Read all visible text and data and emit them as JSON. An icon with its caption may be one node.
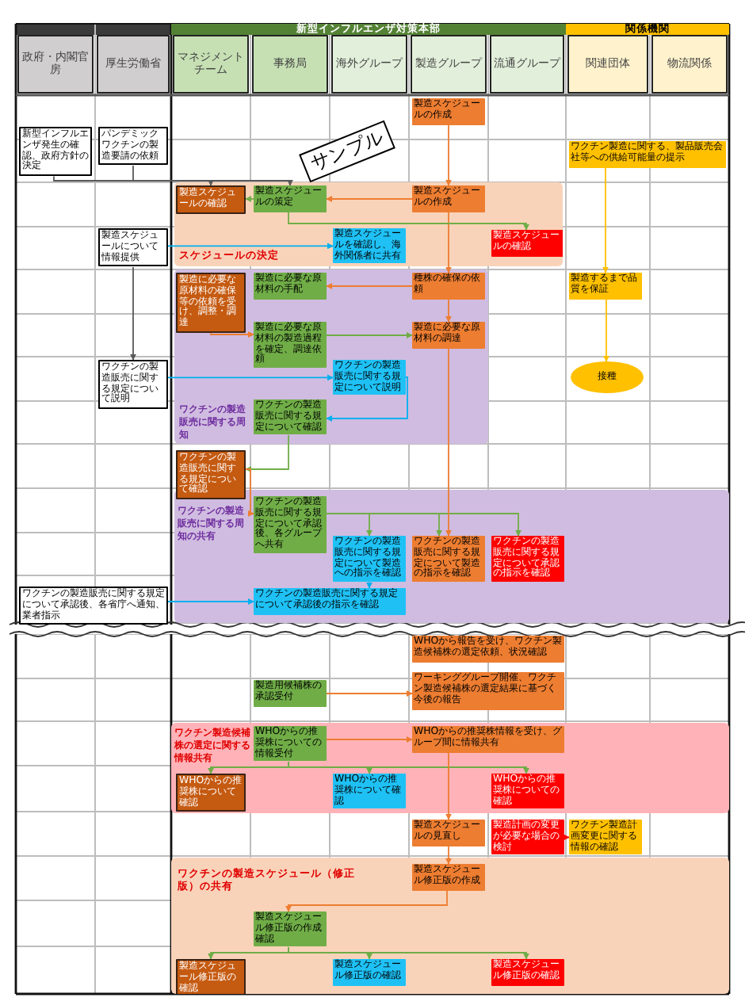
{
  "diagram": {
    "nodes": [
      {
        "text": [
          "新型インフルエンザ対策本部"
        ]
      },
      {
        "text": [
          "関係機関"
        ]
      },
      {
        "text": [
          "政府・内閣官房"
        ]
      },
      {
        "text": [
          "厚生労働省"
        ]
      },
      {
        "text": [
          "マネジメントチーム"
        ]
      },
      {
        "text": [
          "事務局"
        ]
      },
      {
        "text": [
          "海外グループ"
        ]
      },
      {
        "text": [
          "製造グループ"
        ]
      },
      {
        "text": [
          "流通グループ"
        ]
      },
      {
        "text": [
          "関連団体"
        ]
      },
      {
        "text": [
          "物流関係"
        ]
      },
      {
        "text": [
          "製造スケジュールの作成"
        ]
      },
      {
        "text": [
          "新型インフルエンザ発生の確認、政府方針の決定"
        ]
      },
      {
        "text": [
          "パンデミックワクチンの製造要請の依頼"
        ]
      },
      {
        "text": [
          "ワクチン製造に関する、製品販売会社等への供給可能量の提示"
        ]
      },
      {
        "text": [
          "スケジュールの決定"
        ]
      },
      {
        "text": [
          "製造スケジュールの確認"
        ],
        "in": 15
      },
      {
        "text": [
          "製造スケジュールの策定"
        ],
        "in": 15
      },
      {
        "text": [
          "製造スケジュールの作成"
        ],
        "in": 15
      },
      {
        "text": [
          "製造スケジュールについて情報提供"
        ]
      },
      {
        "text": [
          "製造スケジュールを確認し、海外関係者に共有"
        ],
        "in": 15
      },
      {
        "text": [
          "製造スケジュールの確認"
        ],
        "in": 15
      },
      {
        "text": [
          "製造するまで品質を保証"
        ]
      },
      {
        "text": [
          "ワクチンの製造販売に関する周知"
        ]
      },
      {
        "text": [
          "製造に必要な原材料の確保等の依頼を受け、調整・調達"
        ],
        "in": 23
      },
      {
        "text": [
          "製造に必要な原材料の手配"
        ],
        "in": 23
      },
      {
        "text": [
          "種株の確保の依頼"
        ],
        "in": 23
      },
      {
        "text": [
          "製造に必要な原材料の製造過程を確定、調達依頼"
        ],
        "in": 23
      },
      {
        "text": [
          "製造に必要な原材料の調達"
        ],
        "in": 23
      },
      {
        "text": [
          "ワクチンの製造販売に関する規定について説明"
        ]
      },
      {
        "text": [
          "ワクチンの製造販売に関する規定について説明"
        ],
        "in": 23
      },
      {
        "text": [
          "接種"
        ]
      },
      {
        "text": [
          "ワクチンの製造販売に関する規定について確認"
        ],
        "in": 23
      },
      {
        "text": [
          "ワクチンの製造販売に関する規定について確認"
        ]
      },
      {
        "text": [
          "ワクチンの製造販売に関する周知の共有"
        ]
      },
      {
        "text": [
          "ワクチンの製造販売に関する規定について承認後、各グループへ共有"
        ],
        "in": 34
      },
      {
        "text": [
          "ワクチンの製造販売に関する規定について製造への指示を確認"
        ],
        "in": 34
      },
      {
        "text": [
          "ワクチンの製造販売に関する規定について製造の指示を確認"
        ],
        "in": 34
      },
      {
        "text": [
          "ワクチンの製造販売に関する規定について承認の指示を確認"
        ],
        "in": 34
      },
      {
        "text": [
          "ワクチンの製造販売に関する規定について承認後、各省庁へ通知、業者指示"
        ]
      },
      {
        "text": [
          "ワクチンの製造販売に関する規定について承認後の指示を確認"
        ],
        "in": 34
      },
      {
        "text": [
          "WHOから報告を受け、ワクチン製造候補株の選定依頼、状況確認"
        ]
      },
      {
        "text": [
          "製造用候補株の承認受付"
        ]
      },
      {
        "text": [
          "ワーキンググループ開催、ワクチン製造候補株の選定結果に基づく今後の報告"
        ]
      },
      {
        "text": [
          "ワクチン製造候補株の選定に関する情報共有"
        ]
      },
      {
        "text": [
          "WHOからの推奨株についての情報受付"
        ],
        "in": 44
      },
      {
        "text": [
          "WHOからの推奨株情報を受け、グループ間に情報共有"
        ],
        "in": 44
      },
      {
        "text": [
          "WHOからの推奨株について確認"
        ],
        "in": 44
      },
      {
        "text": [
          "WHOからの推奨株について確認"
        ],
        "in": 44
      },
      {
        "text": [
          "WHOからの推奨株についての確認"
        ],
        "in": 44
      },
      {
        "text": [
          "製造スケジュールの見直し"
        ]
      },
      {
        "text": [
          "製造計画の変更が必要な場合の検討"
        ]
      },
      {
        "text": [
          "ワクチン製造計画変更に関する情報の確認"
        ]
      },
      {
        "text": [
          "ワクチンの製造スケジュール（修正版）の共有"
        ]
      },
      {
        "text": [
          "製造スケジュール修正版の作成"
        ],
        "in": 53
      },
      {
        "text": [
          "製造スケジュール修正版の作成確認"
        ],
        "in": 53
      },
      {
        "text": [
          "製造スケジュール修正版の確認"
        ],
        "in": 53
      },
      {
        "text": [
          "製造スケジュール修正版の確認"
        ],
        "in": 53
      },
      {
        "text": [
          "製造スケジュール修正版の確認"
        ],
        "in": 53
      }
    ],
    "edges": [
      {
        "from": 12,
        "to": 16,
        "arrow": "to",
        "color": "#595959"
      },
      {
        "from": 13,
        "to": 17,
        "arrow": "to",
        "color": "#595959"
      },
      {
        "from": 17,
        "to": 16,
        "arrow": "to",
        "color": "#70ad47"
      },
      {
        "from": 18,
        "to": 17,
        "arrow": "to",
        "color": "#ed7d31"
      },
      {
        "from": 11,
        "to": 18,
        "arrow": "to",
        "color": "#ed7d31"
      },
      {
        "from": 18,
        "to": 26,
        "arrow": "to",
        "color": "#ed7d31"
      },
      {
        "from": 17,
        "to": 21,
        "arrow": "to",
        "color": "#70ad47"
      },
      {
        "from": 19,
        "to": 20,
        "arrow": "to",
        "color": "#00b0f0"
      },
      {
        "from": 19,
        "to": 29,
        "arrow": "to",
        "color": "#595959"
      },
      {
        "from": 14,
        "to": 22,
        "arrow": "to",
        "color": "#ffc000"
      },
      {
        "from": 22,
        "to": 31,
        "arrow": "to",
        "color": "#ffc000"
      },
      {
        "from": 26,
        "to": 25,
        "arrow": "to",
        "color": "#ed7d31"
      },
      {
        "from": 24,
        "to": 27,
        "arrow": "to",
        "color": "#ed7d31"
      },
      {
        "from": 27,
        "to": 28,
        "arrow": "to",
        "color": "#70ad47"
      },
      {
        "from": 26,
        "to": 28,
        "arrow": "to",
        "color": "#ed7d31"
      },
      {
        "from": 29,
        "to": 30,
        "arrow": "to",
        "color": "#00b0f0"
      },
      {
        "from": 30,
        "to": 32,
        "arrow": "to",
        "color": "#00b0f0"
      },
      {
        "from": 32,
        "to": 33,
        "arrow": "to",
        "color": "#70ad47"
      },
      {
        "from": 33,
        "to": 35,
        "arrow": "to",
        "color": "#ed7d31"
      },
      {
        "from": 35,
        "to": 36,
        "arrow": "to",
        "color": "#70ad47"
      },
      {
        "from": 35,
        "to": 37,
        "arrow": "to",
        "color": "#70ad47"
      },
      {
        "from": 35,
        "to": 38,
        "arrow": "to",
        "color": "#70ad47"
      },
      {
        "from": 28,
        "to": 37,
        "arrow": "to",
        "color": "#ed7d31"
      },
      {
        "from": 36,
        "to": 40,
        "arrow": "to",
        "color": "#00b0f0"
      },
      {
        "from": 39,
        "to": 40,
        "arrow": "to",
        "color": "#00b0f0"
      },
      {
        "from": 42,
        "to": 43,
        "arrow": "to",
        "color": "#ed7d31"
      },
      {
        "from": 45,
        "to": 46,
        "arrow": "to",
        "color": "#ed7d31"
      },
      {
        "from": 45,
        "to": 47,
        "arrow": "to",
        "color": "#70ad47"
      },
      {
        "from": 45,
        "to": 48,
        "arrow": "to",
        "color": "#70ad47"
      },
      {
        "from": 45,
        "to": 49,
        "arrow": "to",
        "color": "#70ad47"
      },
      {
        "from": 46,
        "to": 50,
        "arrow": "to",
        "color": "#ed7d31"
      },
      {
        "from": 51,
        "to": 52,
        "arrow": "to",
        "color": "#ff0000"
      },
      {
        "from": 50,
        "to": 54,
        "arrow": "to",
        "color": "#ed7d31"
      },
      {
        "from": 54,
        "to": 55,
        "arrow": "to",
        "color": "#ed7d31"
      },
      {
        "from": 55,
        "to": 56,
        "arrow": "to",
        "color": "#70ad47"
      },
      {
        "from": 55,
        "to": 57,
        "arrow": "to",
        "color": "#70ad47"
      },
      {
        "from": 55,
        "to": 58,
        "arrow": "to",
        "color": "#70ad47"
      }
    ],
    "labels": [
      "サンプル"
    ]
  }
}
